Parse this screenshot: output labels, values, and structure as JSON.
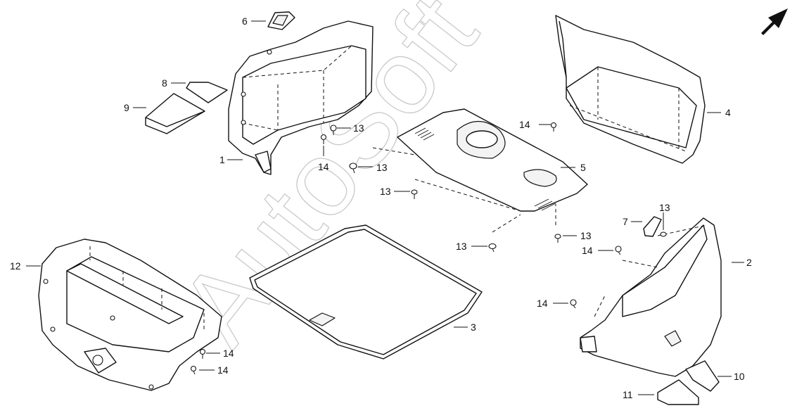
{
  "watermark": "AutoSoft",
  "callouts": [
    {
      "id": "c6",
      "text": "6"
    },
    {
      "id": "c8",
      "text": "8"
    },
    {
      "id": "c9",
      "text": "9"
    },
    {
      "id": "c1",
      "text": "1"
    },
    {
      "id": "c13a",
      "text": "13"
    },
    {
      "id": "c14a",
      "text": "14"
    },
    {
      "id": "c14b",
      "text": "14"
    },
    {
      "id": "c4",
      "text": "4"
    },
    {
      "id": "c5",
      "text": "5"
    },
    {
      "id": "c13b",
      "text": "13"
    },
    {
      "id": "c13c",
      "text": "13"
    },
    {
      "id": "c12",
      "text": "12"
    },
    {
      "id": "c13d",
      "text": "13"
    },
    {
      "id": "c13e",
      "text": "13"
    },
    {
      "id": "c7",
      "text": "7"
    },
    {
      "id": "c13f",
      "text": "13"
    },
    {
      "id": "c14c",
      "text": "14"
    },
    {
      "id": "c2",
      "text": "2"
    },
    {
      "id": "c3",
      "text": "3"
    },
    {
      "id": "c14d",
      "text": "14"
    },
    {
      "id": "c14e",
      "text": "14"
    },
    {
      "id": "c14f",
      "text": "14"
    },
    {
      "id": "c10",
      "text": "10"
    },
    {
      "id": "c11",
      "text": "11"
    }
  ],
  "icons": {
    "direction_arrow": "front-direction-arrow-icon"
  }
}
